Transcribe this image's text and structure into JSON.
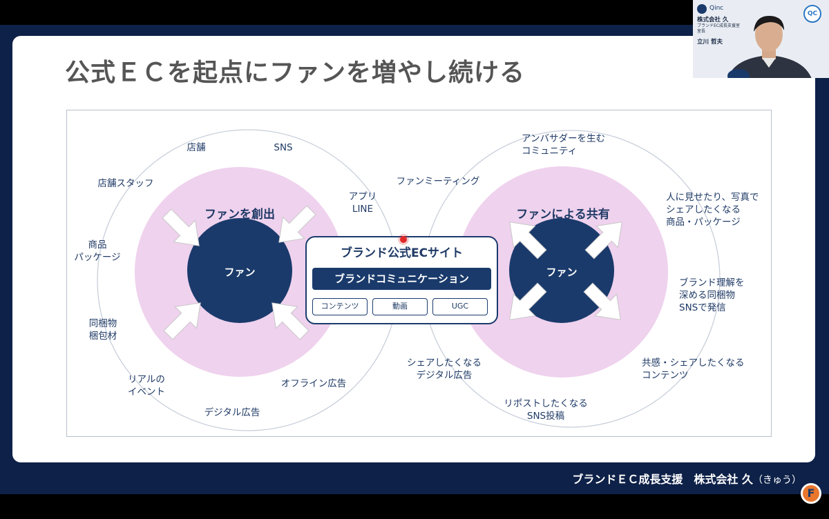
{
  "slide": {
    "title": "公式ＥＣを起点にファンを増やし続ける"
  },
  "diagram": {
    "left_cluster": {
      "title": "ファンを創出",
      "center_label": "ファン",
      "touchpoints": [
        "店舗",
        "SNS",
        "店舗スタッフ",
        "アプリ\nLINE",
        "商品\nパッケージ",
        "同梱物\n梱包材",
        "リアルの\nイベント",
        "デジタル広告",
        "オフライン広告"
      ]
    },
    "right_cluster": {
      "title": "ファンによる共有",
      "center_label": "ファン",
      "touchpoints": [
        "アンバサダーを生む\nコミュニティ",
        "ファンミーティング",
        "人に見せたり、写真で\nシェアしたくなる\n商品・パッケージ",
        "ブランド理解を\n深める同梱物\nSNSで発信",
        "共感・シェアしたくなる\nコンテンツ",
        "シェアしたくなる\nデジタル広告",
        "リポストしたくなる\nSNS投稿"
      ]
    },
    "center_box": {
      "title": "ブランド公式ECサイト",
      "bar": "ブランドコミュニケーション",
      "chips": [
        "コンテンツ",
        "動画",
        "UGC"
      ]
    },
    "colors": {
      "navy": "#1a3a6b",
      "pink": "#efd2ee",
      "text": "#1f3a66"
    }
  },
  "footer": {
    "text": "ブランドＥＣ成長支援　株式会社 久",
    "yomi": "（きゅう）",
    "badge": "F"
  },
  "pip": {
    "logo_text": "Qinc",
    "company": "株式会社 久",
    "role_line1": "ブランドEC成長支援室",
    "role_line2": "室長",
    "name": "立川 哲夫",
    "badge": "QC"
  }
}
